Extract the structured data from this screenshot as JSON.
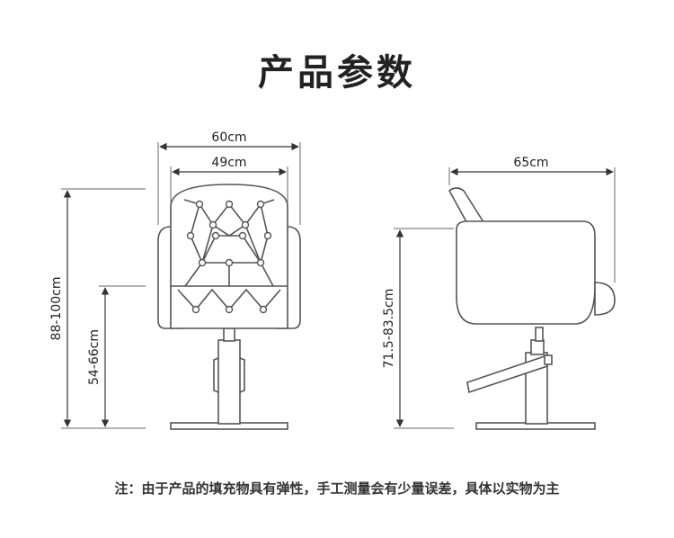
{
  "title": "产品参数",
  "dimensions": {
    "front_outer_width": "60cm",
    "front_inner_width": "49cm",
    "front_total_height": "88-100cm",
    "front_seat_height": "54-66cm",
    "side_depth": "65cm",
    "side_height": "71.5-83.5cm"
  },
  "footnote": "注：由于产品的填充物具有弹性，手工测量会有少量误差，具体以实物为主"
}
